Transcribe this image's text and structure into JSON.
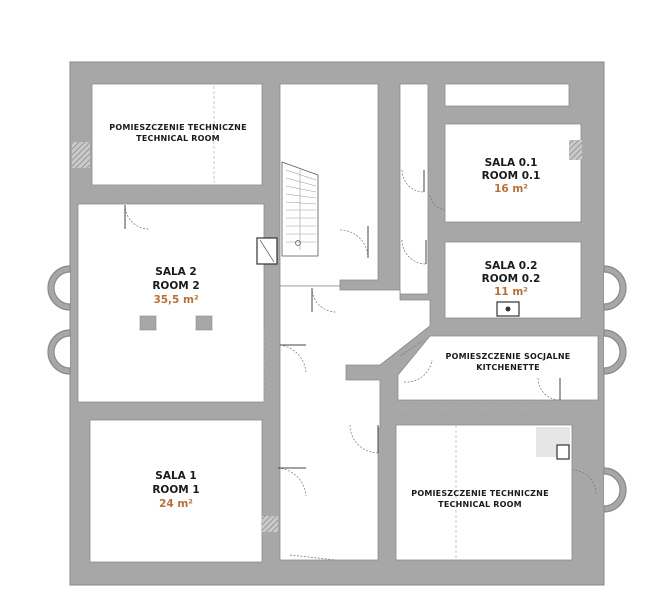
{
  "colors": {
    "wall": "#a7a7a7",
    "wall_edge": "#8a8a8a",
    "floor": "#ffffff",
    "area_text": "#b8703a",
    "label_text": "#1a1a1a"
  },
  "rooms": {
    "technical_room_top": {
      "label_pl": "POMIESZCZENIE TECHNICZNE",
      "label_en": "TECHNICAL ROOM"
    },
    "room_01": {
      "label_pl": "SALA 0.1",
      "label_en": "ROOM 0.1",
      "area": "16 m²"
    },
    "room_02": {
      "label_pl": "SALA 0.2",
      "label_en": "ROOM 0.2",
      "area": "11 m²"
    },
    "room_2": {
      "label_pl": "SALA 2",
      "label_en": "ROOM 2",
      "area": "35,5 m²"
    },
    "kitchenette": {
      "label_pl": "POMIESZCZENIE SOCJALNE",
      "label_en": "KITCHENETTE"
    },
    "room_1": {
      "label_pl": "SALA 1",
      "label_en": "ROOM 1",
      "area": "24 m²"
    },
    "technical_room_bottom": {
      "label_pl": "POMIESZCZENIE TECHNICZNE",
      "label_en": "TECHNICAL ROOM"
    }
  }
}
